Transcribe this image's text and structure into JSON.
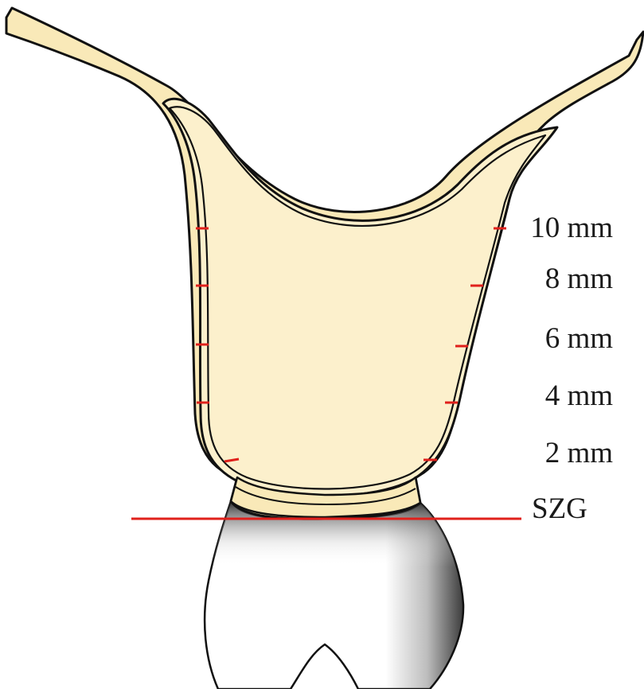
{
  "diagram": {
    "levels": [
      {
        "label": "10 mm"
      },
      {
        "label": "8 mm"
      },
      {
        "label": "6 mm"
      },
      {
        "label": "4 mm"
      },
      {
        "label": "2 mm"
      }
    ],
    "reference_line": {
      "label": "SZG"
    },
    "colors": {
      "bone": "#f9e9b8",
      "outline": "#111111",
      "marker": "#e0201b",
      "tooth": "#ffffff",
      "tooth_shadow": "#4a4a4a"
    }
  }
}
